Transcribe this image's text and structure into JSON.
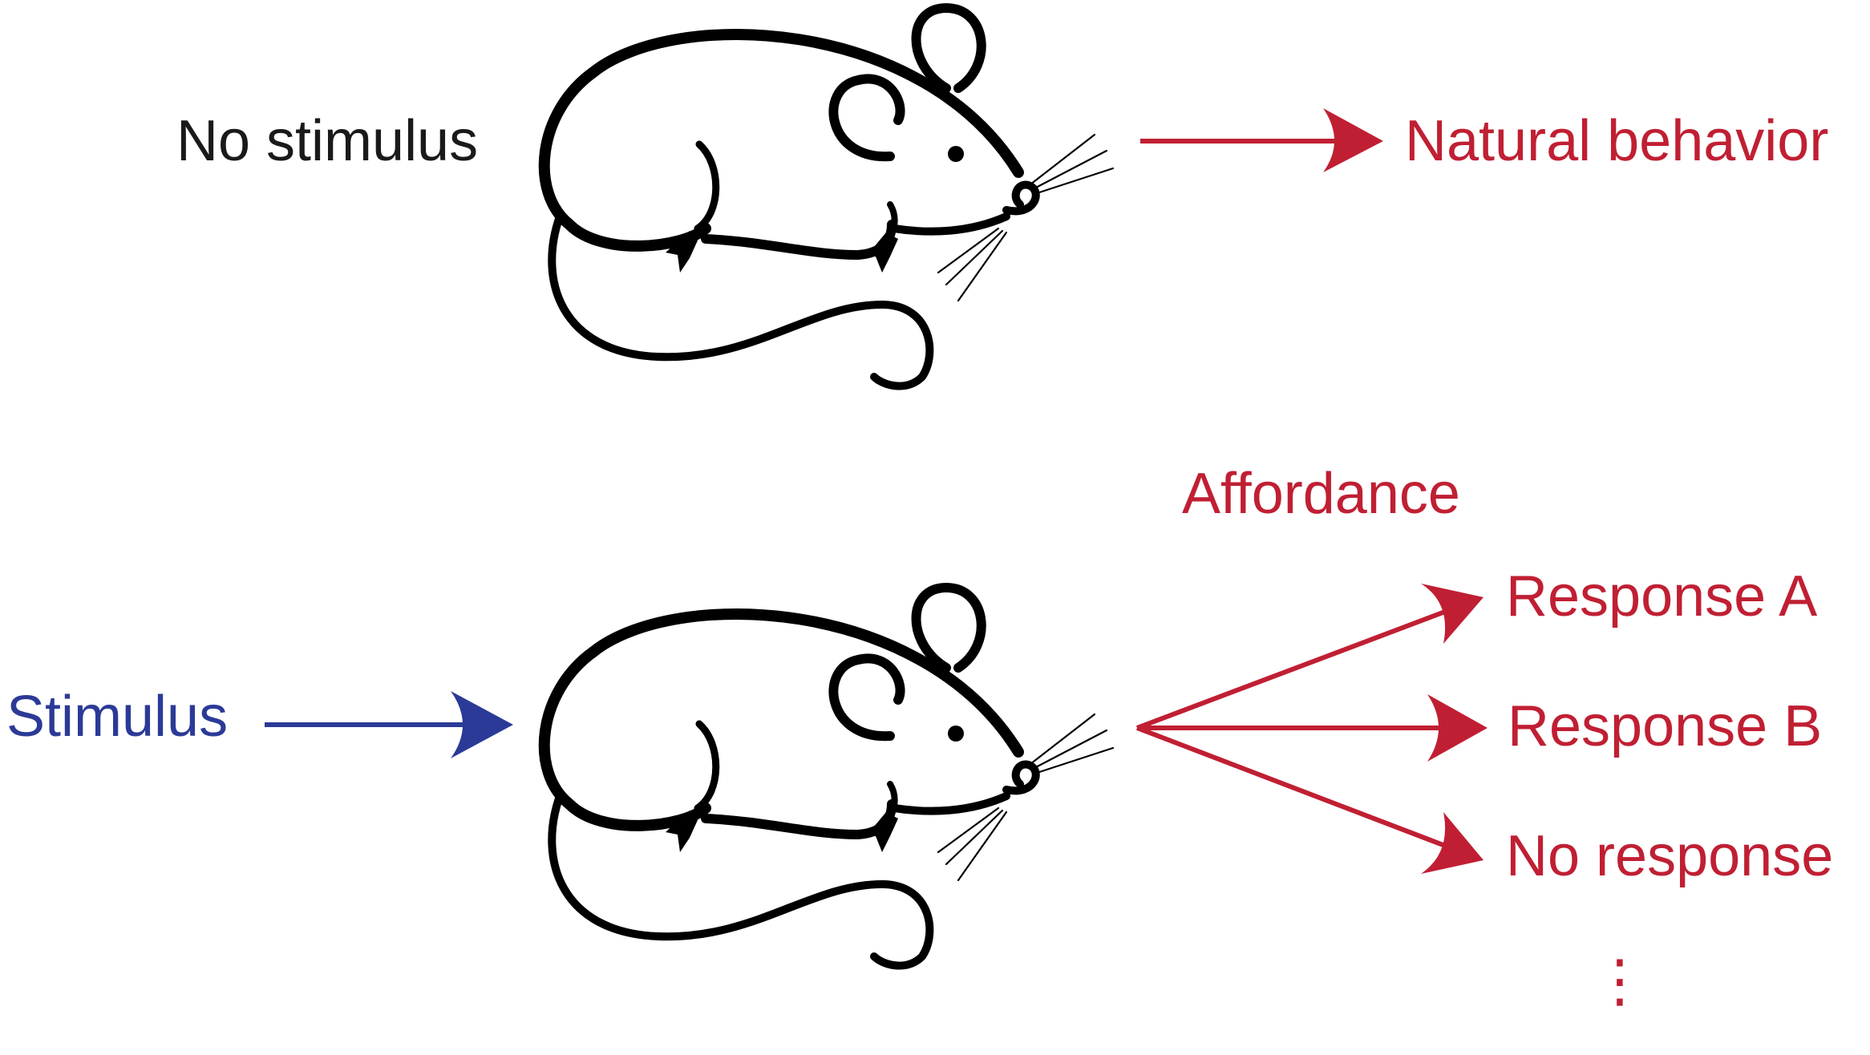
{
  "colors": {
    "black": "#1a1a1a",
    "red": "#c01f33",
    "blue": "#2b3a97"
  },
  "icons": {
    "mouse": "mouse-icon"
  },
  "top_row": {
    "input_label": "No stimulus",
    "output_label": "Natural behavior"
  },
  "bottom_row": {
    "input_label": "Stimulus",
    "heading": "Affordance",
    "responses": [
      "Response A",
      "Response B",
      "No response"
    ],
    "continuation": "⋮"
  }
}
